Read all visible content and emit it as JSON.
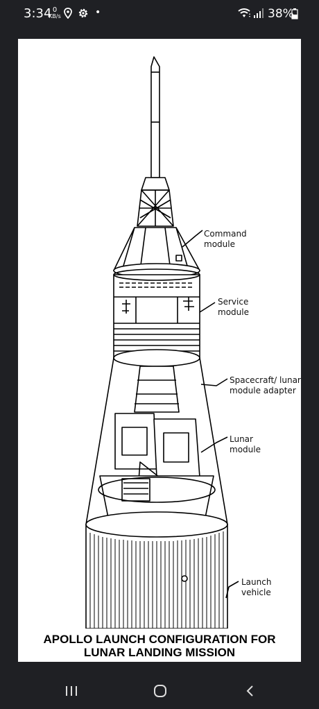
{
  "status_bar": {
    "time": "3:34",
    "data_rate_value": "0",
    "data_rate_unit": "KB/s",
    "battery_percent": "38%",
    "icons": [
      "location-icon",
      "settings-gear-icon",
      "notification-dot-icon",
      "wifi-icon",
      "cell-signal-icon",
      "battery-icon"
    ]
  },
  "figure": {
    "labels": {
      "command_module": "Command\nmodule",
      "service_module": "Service\nmodule",
      "adapter": "Spacecraft/ lunar\nmodule  adapter",
      "lunar_module": "Lunar\nmodule",
      "launch_vehicle": "Launch\nvehicle"
    },
    "caption_line1": "APOLLO LAUNCH CONFIGURATION FOR",
    "caption_line2": "LUNAR LANDING MISSION"
  },
  "nav_bar": {
    "icons": [
      "recent-apps-icon",
      "home-icon",
      "back-icon"
    ]
  },
  "colors": {
    "background": "#1f2024",
    "frame": "#ffffff",
    "ink": "#111111"
  }
}
